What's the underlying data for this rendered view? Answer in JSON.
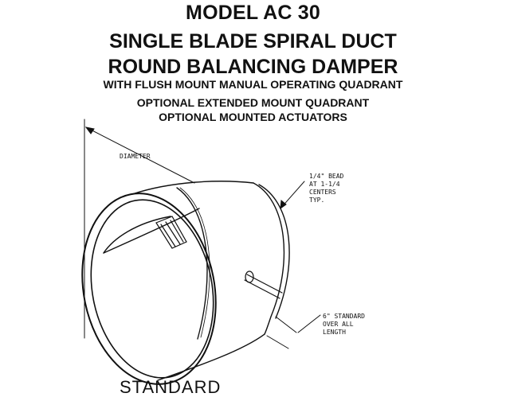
{
  "header": {
    "model": "MODEL AC 30",
    "line1": "SINGLE BLADE SPIRAL DUCT",
    "line2": "ROUND BALANCING DAMPER",
    "line3": "WITH FLUSH MOUNT MANUAL OPERATING QUADRANT",
    "line4": "OPTIONAL EXTENDED MOUNT QUADRANT",
    "line5": "OPTIONAL MOUNTED ACTUATORS"
  },
  "callouts": {
    "diameter": "DIAMETER",
    "bead": [
      "1/4\" BEAD",
      "AT 1-1/4",
      "CENTERS",
      "TYP."
    ],
    "length": [
      "6\" STANDARD",
      "OVER ALL",
      "LENGTH"
    ],
    "standard": "STANDARD"
  },
  "colors": {
    "ink": "#111111",
    "paper": "#ffffff"
  }
}
